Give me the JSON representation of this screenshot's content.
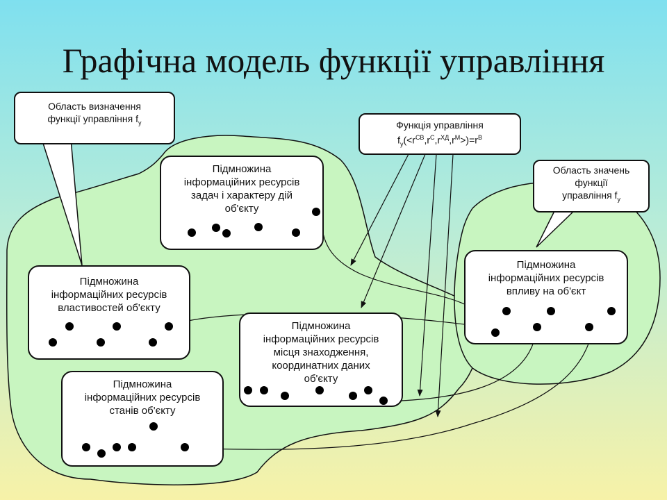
{
  "title": "Графічна модель функції управління",
  "callouts": {
    "domain": {
      "line1": "Область визначення",
      "line2": "функції управління f",
      "sub": "y"
    },
    "function": {
      "line1": "Функція управління",
      "f": "f",
      "f_sub": "y",
      "open": "(<r",
      "sup1": "СВ",
      "c1": ",r",
      "sup2": "С",
      "c2": ",r",
      "sup3": "ХД",
      "c3": ",r",
      "sup4": "М",
      "close": ">)=r",
      "sup5": "В"
    },
    "range": {
      "line1": "Область значень",
      "line2": "функції",
      "line3": "управління f",
      "sub": "y"
    }
  },
  "boxes": {
    "tasks": [
      "Підмножина",
      "інформаційних ресурсів",
      "задач і характеру дій",
      "об'єкту"
    ],
    "properties": [
      "Підмножина",
      "інформаційних ресурсів",
      "властивостей об'єкту"
    ],
    "location": [
      "Підмножина",
      "інформаційних ресурсів",
      "місця знаходження,",
      "координатних даних",
      "об'єкту"
    ],
    "states": [
      "Підмножина",
      "інформаційних ресурсів",
      "станів об'єкту"
    ],
    "impact": [
      "Підмножина",
      "інформаційних ресурсів",
      "впливу на об'єкт"
    ]
  },
  "colors": {
    "region_fill": "#c8f5c0",
    "stroke": "#111111",
    "dot": "#000000"
  }
}
